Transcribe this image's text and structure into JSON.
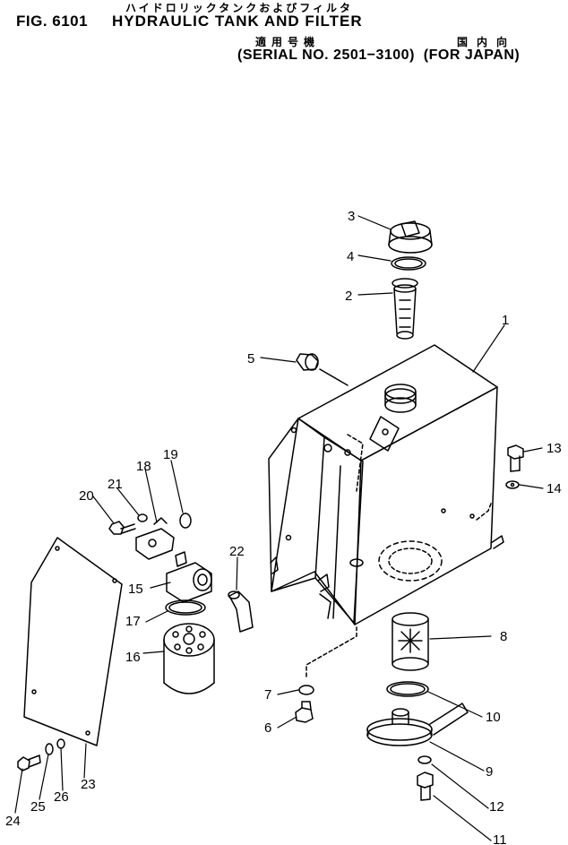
{
  "header": {
    "figure_number": "FIG. 6101",
    "title_jp": "ハイドロリックタンクおよびフィルタ",
    "title_en": "HYDRAULIC TANK AND FILTER",
    "serial_label_jp": "適用号機",
    "market_label_jp": "国内向",
    "serial_range": "(SERIAL NO. 2501−3100)",
    "market": "(FOR JAPAN)"
  },
  "parts": [
    {
      "id": "1",
      "name": "hydraulic-tank"
    },
    {
      "id": "2",
      "name": "strainer"
    },
    {
      "id": "3",
      "name": "filler-cap"
    },
    {
      "id": "4",
      "name": "o-ring"
    },
    {
      "id": "5",
      "name": "breather"
    },
    {
      "id": "6",
      "name": "drain-plug"
    },
    {
      "id": "7",
      "name": "o-ring"
    },
    {
      "id": "8",
      "name": "filter-element"
    },
    {
      "id": "9",
      "name": "filter-cover"
    },
    {
      "id": "10",
      "name": "o-ring"
    },
    {
      "id": "11",
      "name": "bolt"
    },
    {
      "id": "12",
      "name": "washer"
    },
    {
      "id": "13",
      "name": "bolt"
    },
    {
      "id": "14",
      "name": "washer"
    },
    {
      "id": "15",
      "name": "filter-head"
    },
    {
      "id": "16",
      "name": "cartridge-filter"
    },
    {
      "id": "17",
      "name": "o-ring"
    },
    {
      "id": "18",
      "name": "elbow"
    },
    {
      "id": "19",
      "name": "o-ring"
    },
    {
      "id": "20",
      "name": "bolt"
    },
    {
      "id": "21",
      "name": "washer"
    },
    {
      "id": "22",
      "name": "elbow"
    },
    {
      "id": "23",
      "name": "cover-plate"
    },
    {
      "id": "24",
      "name": "bolt"
    },
    {
      "id": "25",
      "name": "washer"
    },
    {
      "id": "26",
      "name": "washer"
    }
  ]
}
